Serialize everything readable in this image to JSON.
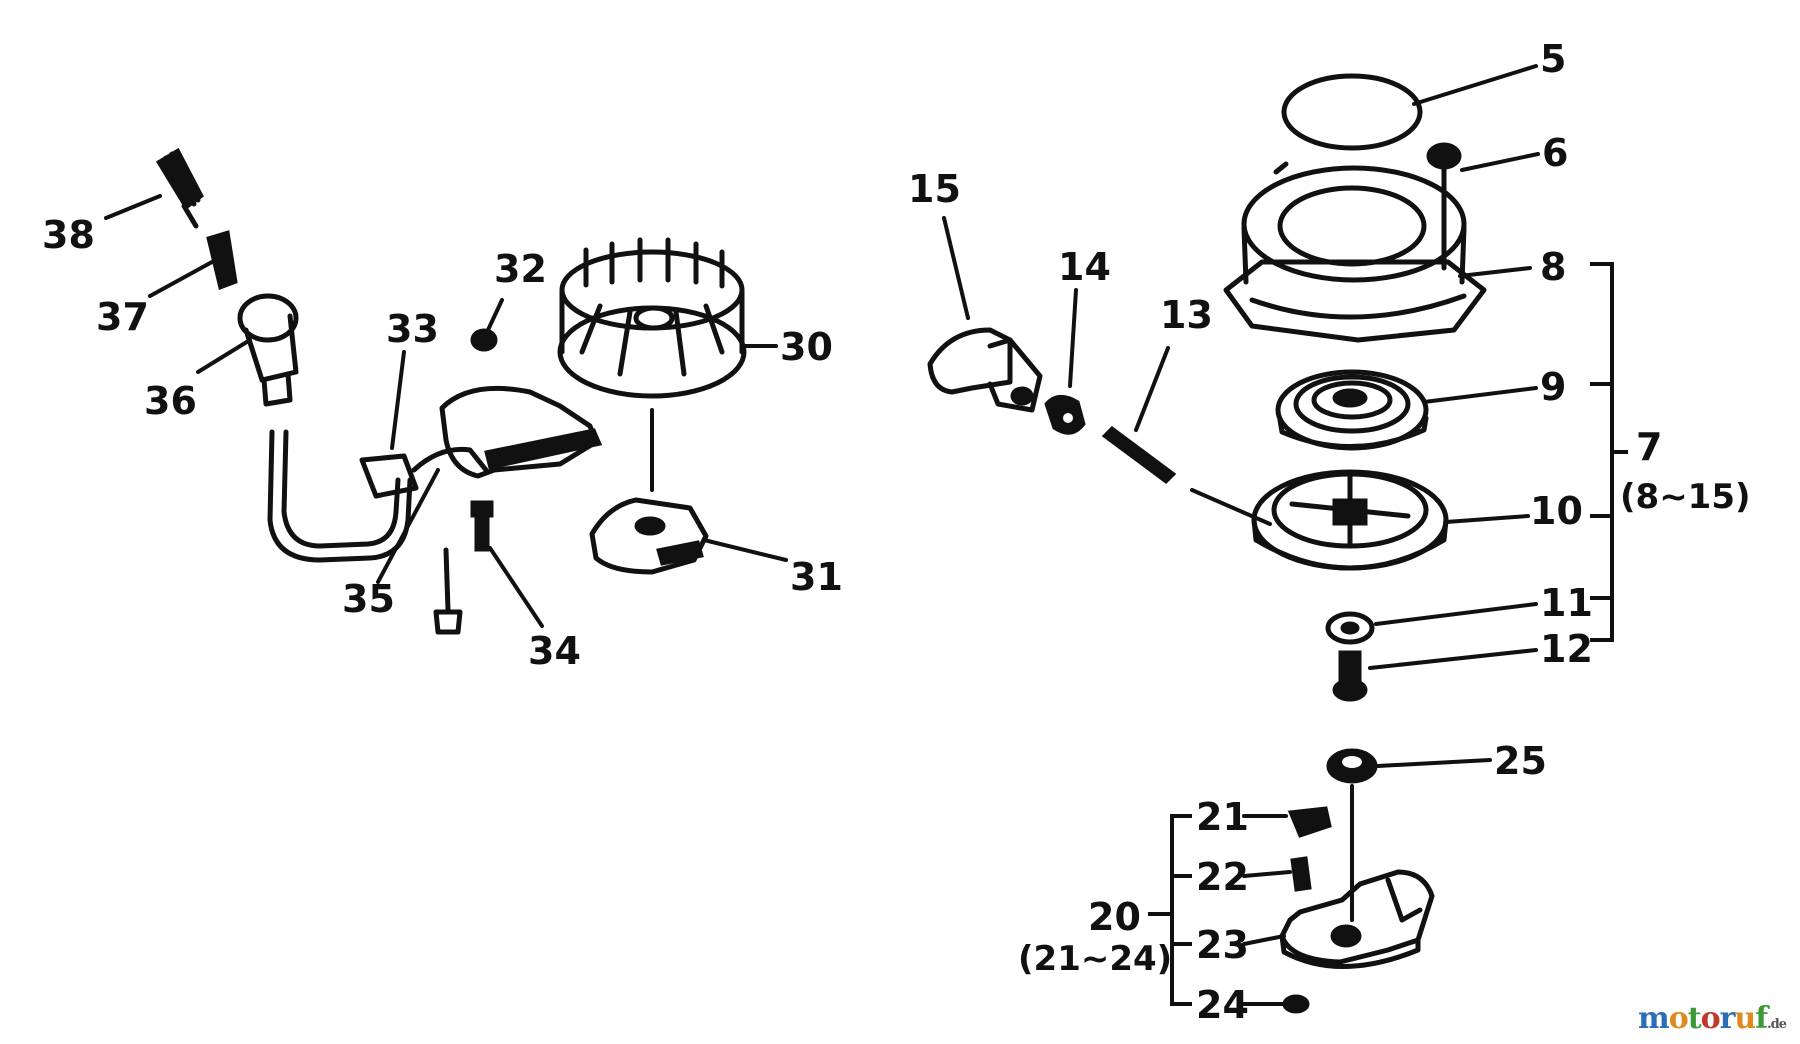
{
  "parts": {
    "p5": "5",
    "p6": "6",
    "p7": "7",
    "p7_range": "(8~15)",
    "p8": "8",
    "p9": "9",
    "p10": "10",
    "p11": "11",
    "p12": "12",
    "p13": "13",
    "p14": "14",
    "p15": "15",
    "p20": "20",
    "p20_range": "(21~24)",
    "p21": "21",
    "p22": "22",
    "p23": "23",
    "p24": "24",
    "p25": "25",
    "p30": "30",
    "p31": "31",
    "p32": "32",
    "p33": "33",
    "p34": "34",
    "p35": "35",
    "p36": "36",
    "p37": "37",
    "p38": "38"
  },
  "watermark": {
    "letters": [
      "m",
      "o",
      "t",
      "o",
      "r",
      "u",
      "f"
    ],
    "colors": [
      "#2a6fb5",
      "#e08a1e",
      "#3a9a3a",
      "#c0392b",
      "#2a6fb5",
      "#e08a1e",
      "#3a9a3a"
    ],
    "suffix": ".de"
  }
}
